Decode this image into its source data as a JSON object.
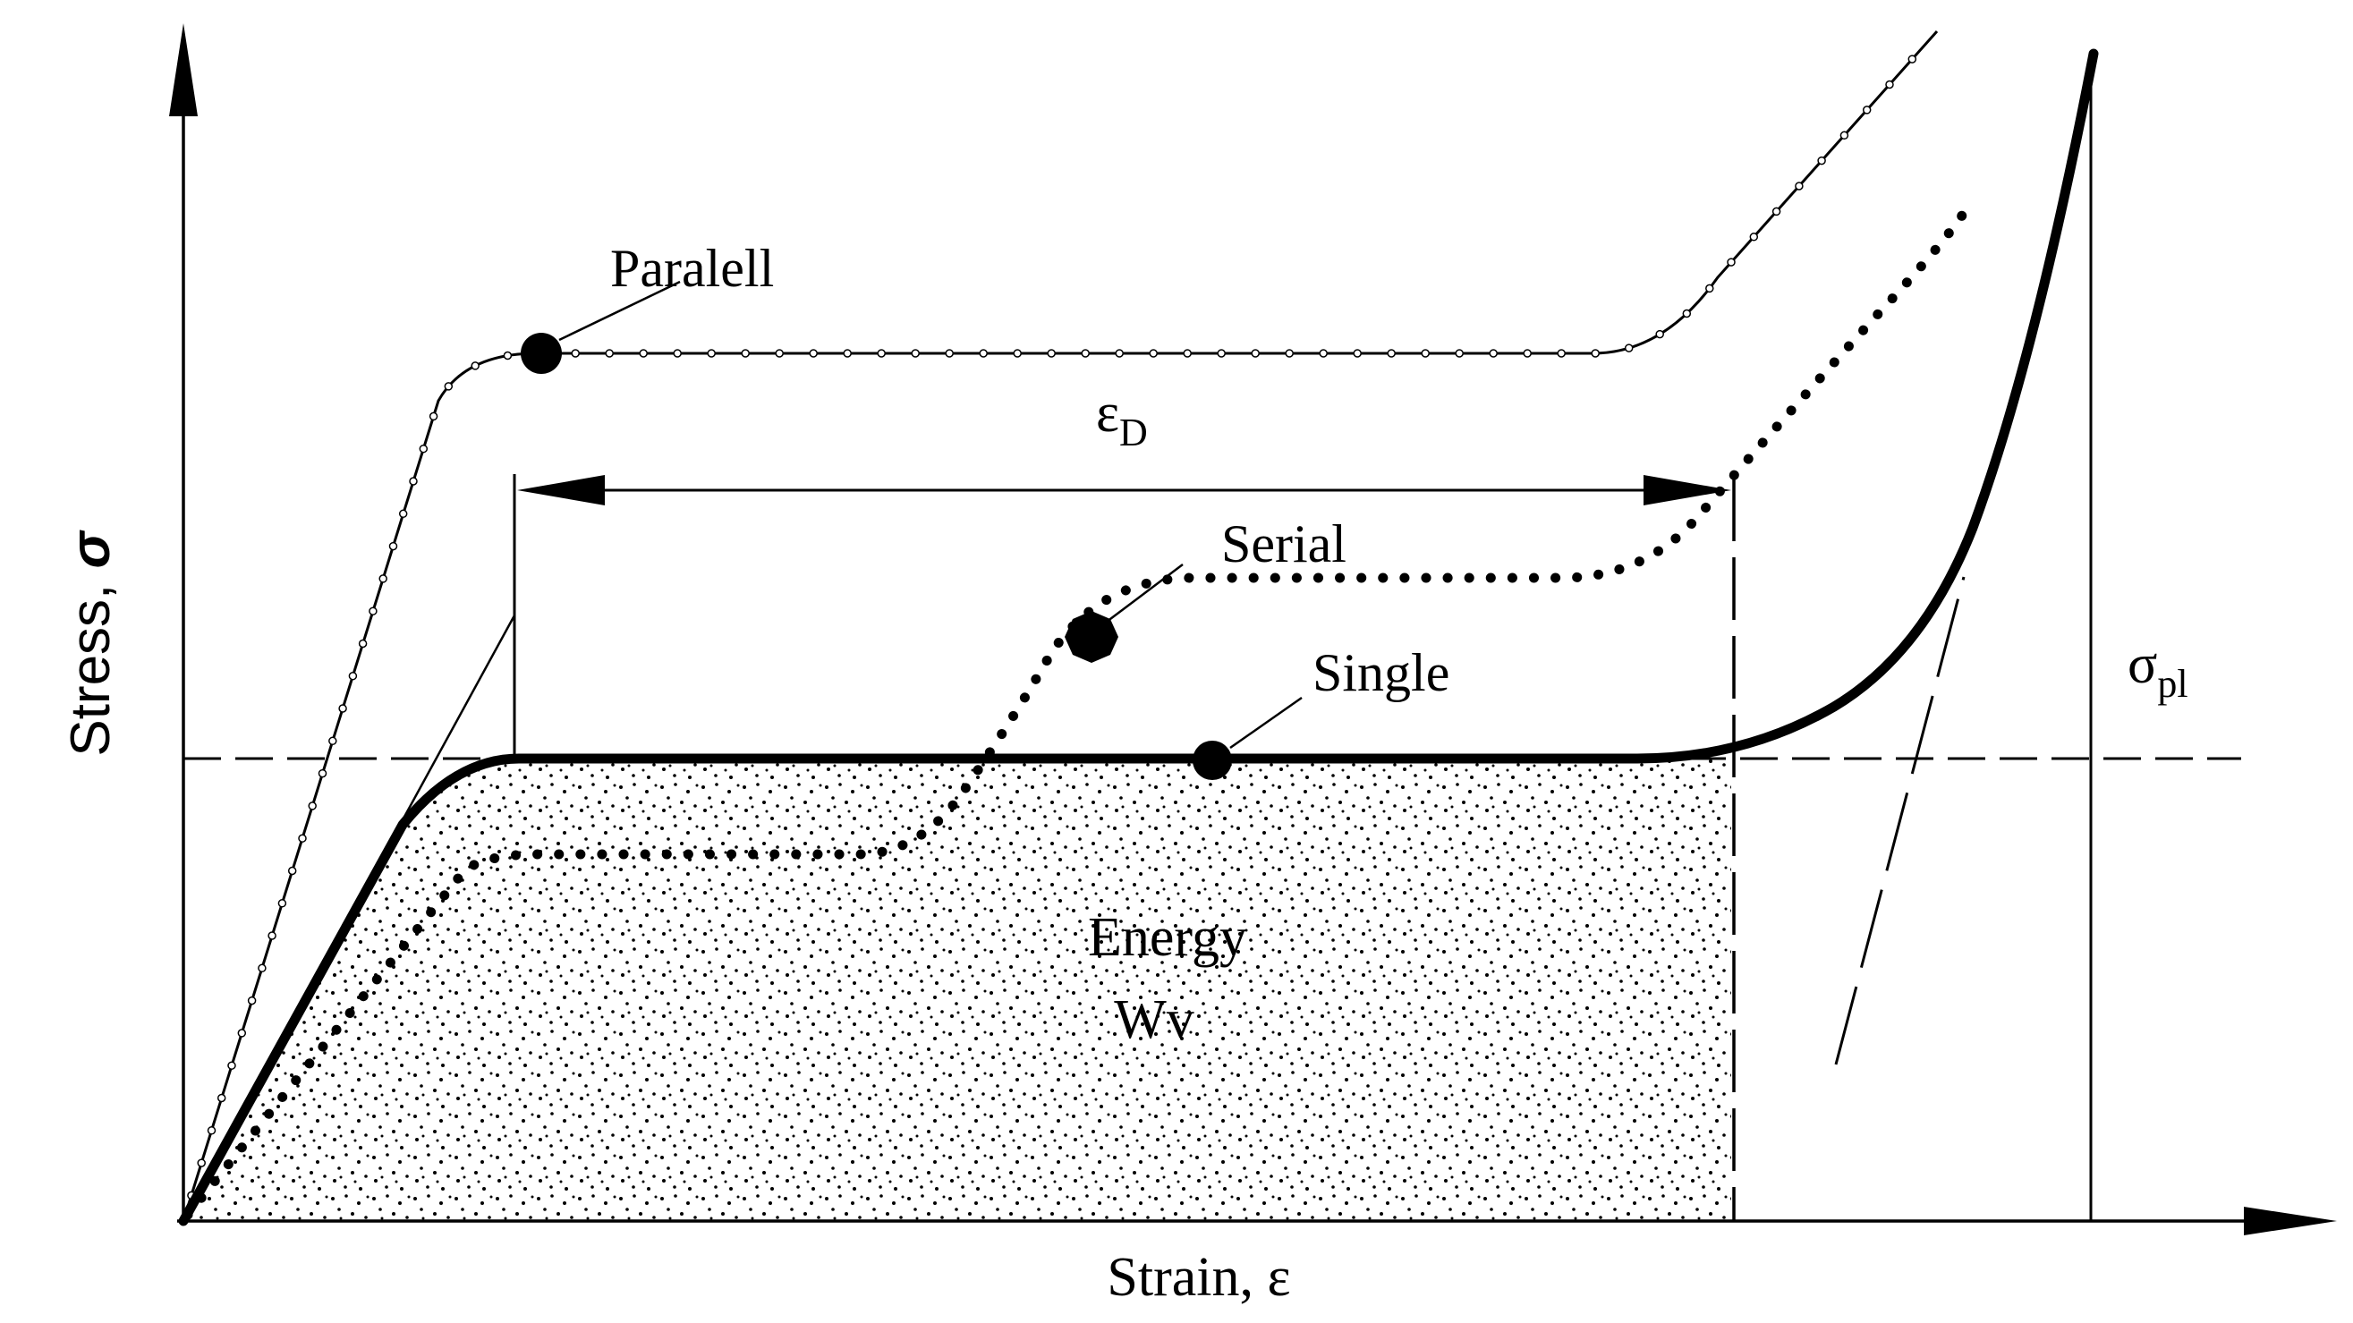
{
  "axes": {
    "x_label": "Strain, ε",
    "y_label_text": "Stress, ",
    "y_label_symbol": "σ"
  },
  "curves": {
    "parallel": {
      "label": "Paralell"
    },
    "serial": {
      "label": "Serial"
    },
    "single": {
      "label": "Single"
    }
  },
  "annotations": {
    "densification_strain": {
      "main": "ε",
      "sub": "D"
    },
    "plateau_stress": {
      "main": "σ",
      "sub": "pl"
    },
    "energy_line1": "Energy",
    "energy_line2": "Wv"
  },
  "colors": {
    "ink": "#000000",
    "background": "#ffffff"
  }
}
